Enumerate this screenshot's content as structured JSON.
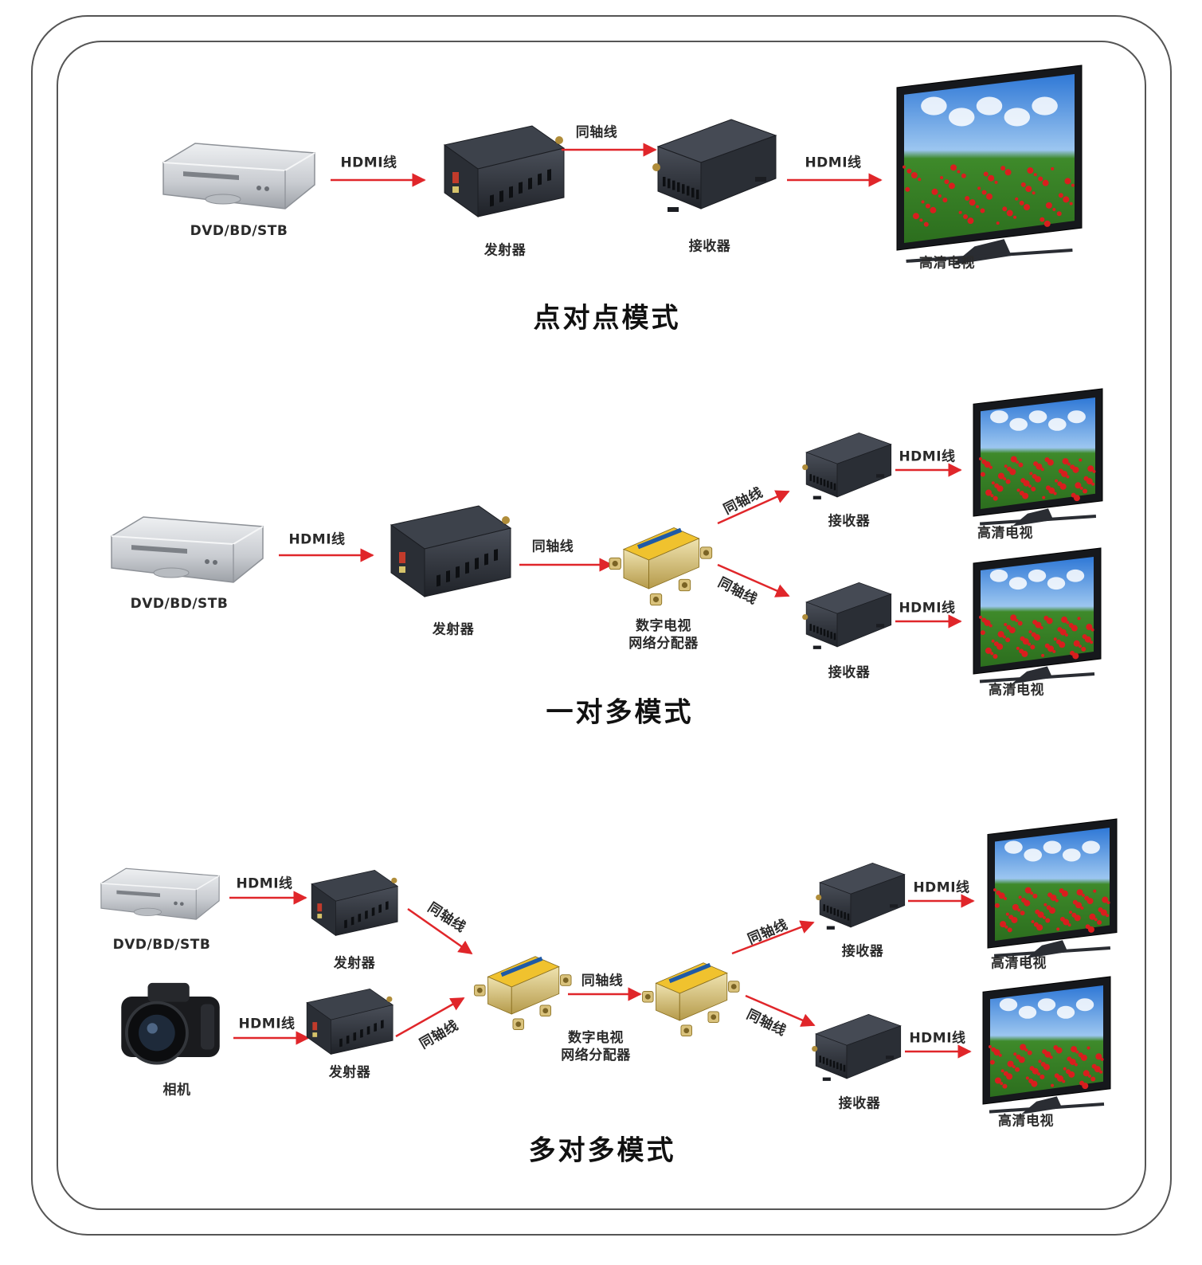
{
  "colors": {
    "arrow": "#e0262a",
    "border": "#3a3a3a",
    "device_dark": "#2c3038",
    "dvd_silver": "#cfd2d6",
    "splitter_gold": "#d8c27a"
  },
  "labels": {
    "hdmi_cable": "HDMI线",
    "coax_cable": "同轴线",
    "dvd": "DVD/BD/STB",
    "transmitter": "发射器",
    "receiver": "接收器",
    "hdtv": "高清电视",
    "splitter": "数字电视\n网络分配器",
    "camera": "相机"
  },
  "sections": {
    "p2p": {
      "title": "点对点模式"
    },
    "one_to_many": {
      "title": "一对多模式"
    },
    "many_to_many": {
      "title": "多对多模式"
    }
  },
  "icons": [
    "dvd-player-icon",
    "transmitter-box-icon",
    "receiver-box-icon",
    "tv-icon",
    "splitter-icon",
    "camera-icon",
    "arrow-icon"
  ]
}
